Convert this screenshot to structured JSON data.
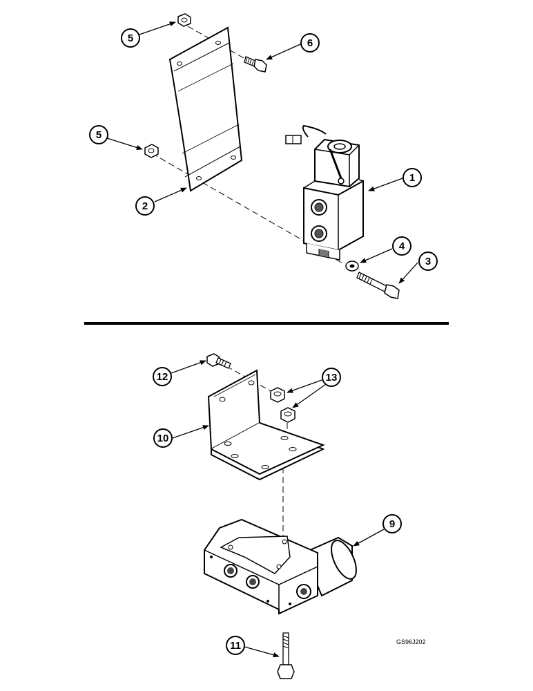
{
  "callouts": {
    "c1": "1",
    "c2": "2",
    "c3": "3",
    "c4": "4",
    "c5a": "5",
    "c5b": "5",
    "c6": "6",
    "c9": "9",
    "c10": "10",
    "c11": "11",
    "c12": "12",
    "c13": "13"
  },
  "figure_code": "GS96J202"
}
